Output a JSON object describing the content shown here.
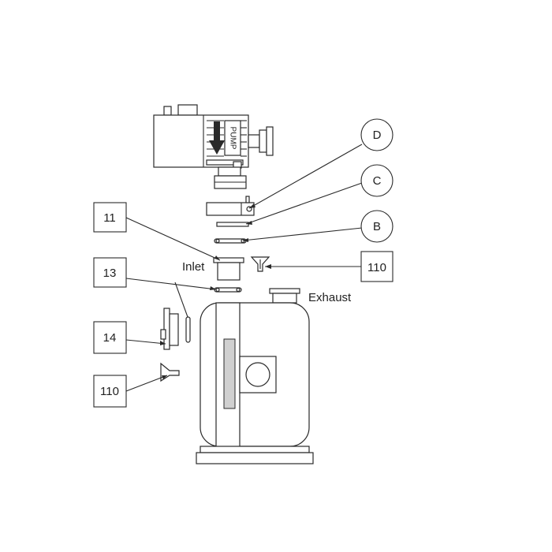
{
  "callouts": {
    "d": "D",
    "c": "C",
    "b": "B",
    "part_110_right": "110",
    "part_11": "11",
    "part_13": "13",
    "part_14": "14",
    "part_110_left": "110"
  },
  "labels": {
    "inlet": "Inlet",
    "exhaust": "Exhaust",
    "valve_text": "PUMP"
  }
}
